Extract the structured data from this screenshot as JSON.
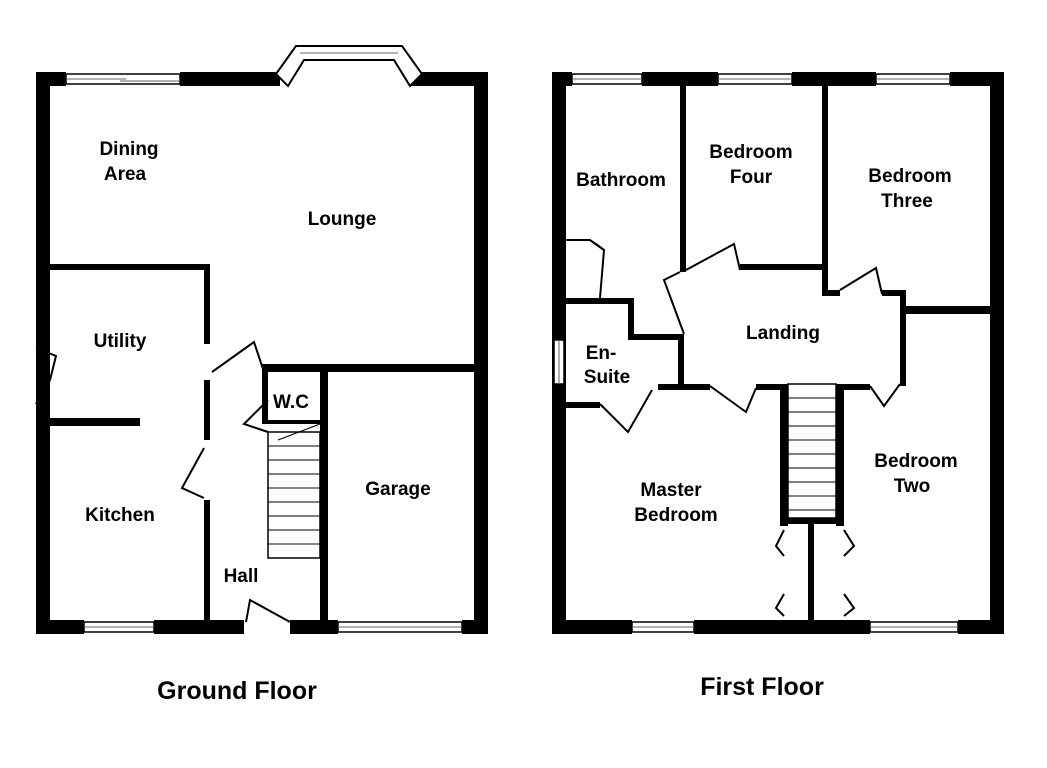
{
  "ground_floor": {
    "title": "Ground Floor",
    "rooms": {
      "dining_area": [
        "Dining",
        "Area"
      ],
      "lounge": "Lounge",
      "utility": "Utility",
      "kitchen": "Kitchen",
      "wc": "W.C",
      "garage": "Garage",
      "hall": "Hall"
    }
  },
  "first_floor": {
    "title": "First Floor",
    "rooms": {
      "bathroom": "Bathroom",
      "bedroom_four": [
        "Bedroom",
        "Four"
      ],
      "bedroom_three": [
        "Bedroom",
        "Three"
      ],
      "landing": "Landing",
      "en_suite": [
        "En-",
        "Suite"
      ],
      "master_bedroom": [
        "Master",
        "Bedroom"
      ],
      "bedroom_two": [
        "Bedroom",
        "Two"
      ]
    }
  }
}
